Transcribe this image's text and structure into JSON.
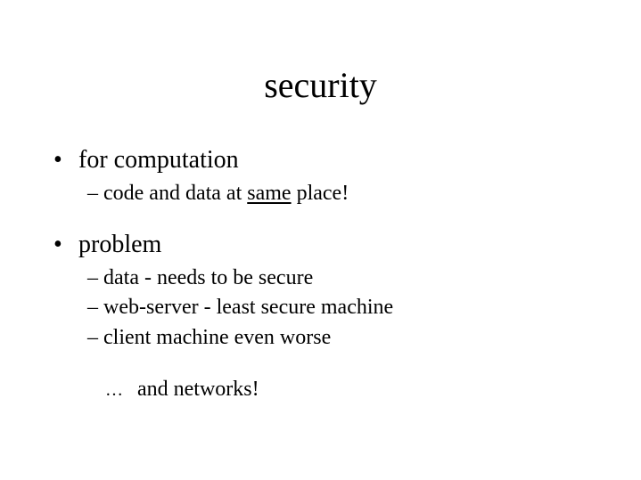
{
  "slide": {
    "title": "security",
    "bullets": [
      {
        "marker": "•",
        "text": "for computation",
        "subitems": [
          {
            "dash": "–",
            "before": "code and data at ",
            "emphasis": "same",
            "after": " place!"
          }
        ]
      },
      {
        "marker": "•",
        "text": "problem",
        "subitems": [
          {
            "dash": "–",
            "text": "data - needs to be secure"
          },
          {
            "dash": "–",
            "text": "web-server - least secure machine"
          },
          {
            "dash": "–",
            "text": "client machine even worse"
          }
        ]
      }
    ],
    "note": {
      "ellipsis": "…",
      "text": "and networks!"
    }
  }
}
